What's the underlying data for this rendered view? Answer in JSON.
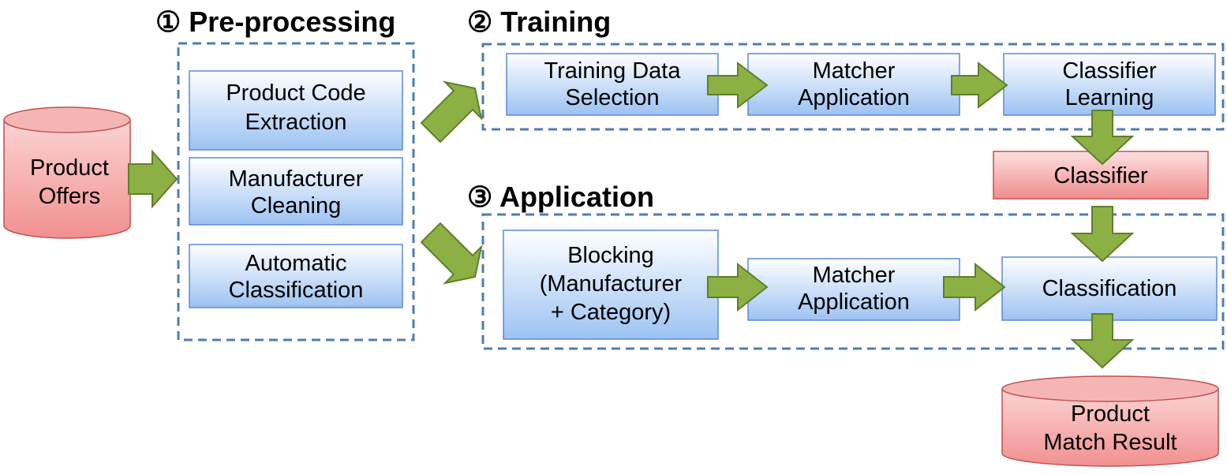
{
  "sections": {
    "preprocessing": "① Pre-processing",
    "training": "② Training",
    "application": "③ Application"
  },
  "source": {
    "lines": [
      "Product",
      "Offers"
    ]
  },
  "preprocessing_steps": [
    {
      "lines": [
        "Product Code",
        "Extraction"
      ]
    },
    {
      "lines": [
        "Manufacturer",
        "Cleaning"
      ]
    },
    {
      "lines": [
        "Automatic",
        "Classification"
      ]
    }
  ],
  "training_steps": [
    {
      "lines": [
        "Training Data",
        "Selection"
      ]
    },
    {
      "lines": [
        "Matcher",
        "Application"
      ]
    },
    {
      "lines": [
        "Classifier",
        "Learning"
      ]
    }
  ],
  "classifier": {
    "lines": [
      "Classifier"
    ]
  },
  "application_steps": [
    {
      "lines": [
        "Blocking",
        "(Manufacturer",
        "+ Category)"
      ]
    },
    {
      "lines": [
        "Matcher",
        "Application"
      ]
    },
    {
      "lines": [
        "Classification"
      ]
    }
  ],
  "result": {
    "lines": [
      "Product",
      "Match Result"
    ]
  },
  "colors": {
    "step_fill": "#cfe0f7",
    "step_border": "#5b8bd4",
    "red_fill": "#f8c5c5",
    "red_border": "#c0504d",
    "arrow": "#8db045",
    "dashed_border": "#4f7cb0"
  }
}
